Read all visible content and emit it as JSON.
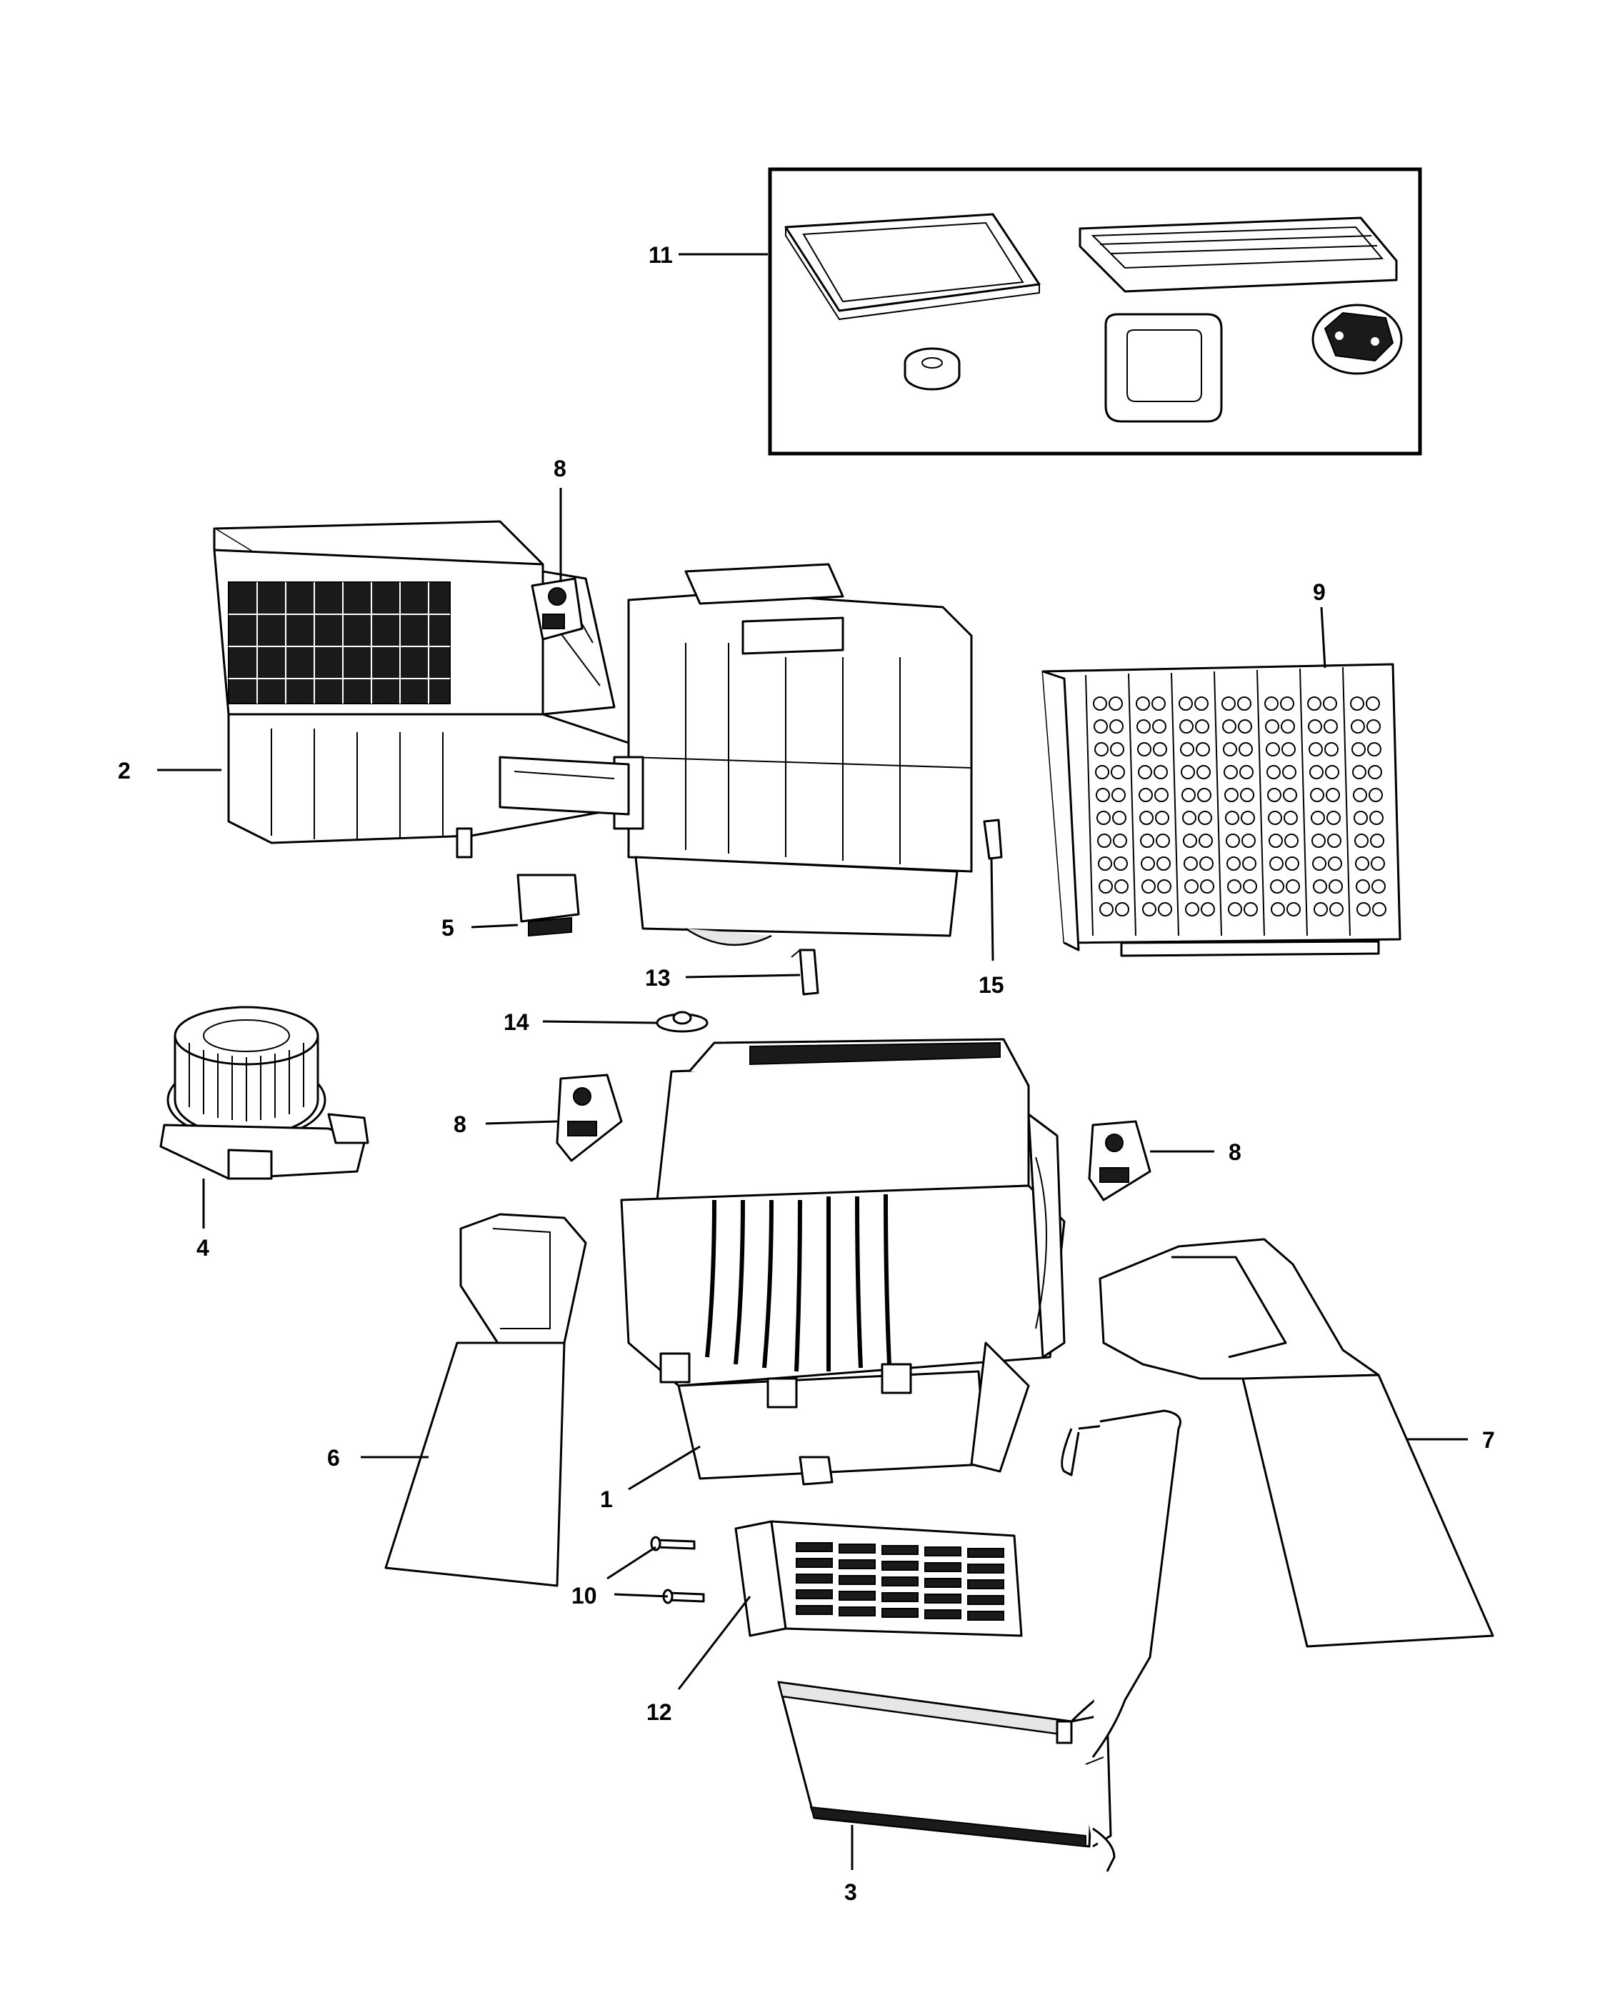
{
  "callouts": [
    {
      "id": "1",
      "label": "1"
    },
    {
      "id": "2",
      "label": "2"
    },
    {
      "id": "3",
      "label": "3"
    },
    {
      "id": "4",
      "label": "4"
    },
    {
      "id": "5",
      "label": "5"
    },
    {
      "id": "6",
      "label": "6"
    },
    {
      "id": "7",
      "label": "7"
    },
    {
      "id": "8a",
      "label": "8"
    },
    {
      "id": "8b",
      "label": "8"
    },
    {
      "id": "8c",
      "label": "8"
    },
    {
      "id": "9",
      "label": "9"
    },
    {
      "id": "10",
      "label": "10"
    },
    {
      "id": "11",
      "label": "11"
    },
    {
      "id": "12",
      "label": "12"
    },
    {
      "id": "13",
      "label": "13"
    },
    {
      "id": "14",
      "label": "14"
    },
    {
      "id": "15",
      "label": "15"
    }
  ]
}
